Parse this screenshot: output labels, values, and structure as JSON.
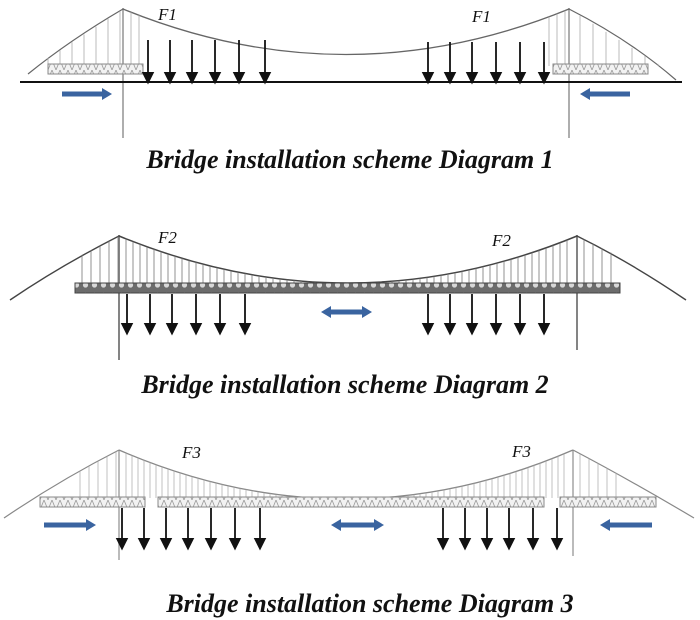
{
  "diagrams": [
    {
      "force_label": "F1",
      "caption": "Bridge installation scheme Diagram 1",
      "arrows": {
        "left": "right",
        "center": null,
        "right": "left"
      }
    },
    {
      "force_label": "F2",
      "caption": "Bridge installation scheme Diagram 2",
      "arrows": {
        "left": null,
        "center": "both",
        "right": null
      }
    },
    {
      "force_label": "F3",
      "caption": "Bridge installation scheme Diagram 3",
      "arrows": {
        "left": "right",
        "center": "both",
        "right": "left"
      }
    }
  ],
  "colors": {
    "arrow": "#3a64a0",
    "truss": "#888888",
    "cable": "#666666",
    "line": "#111111"
  }
}
